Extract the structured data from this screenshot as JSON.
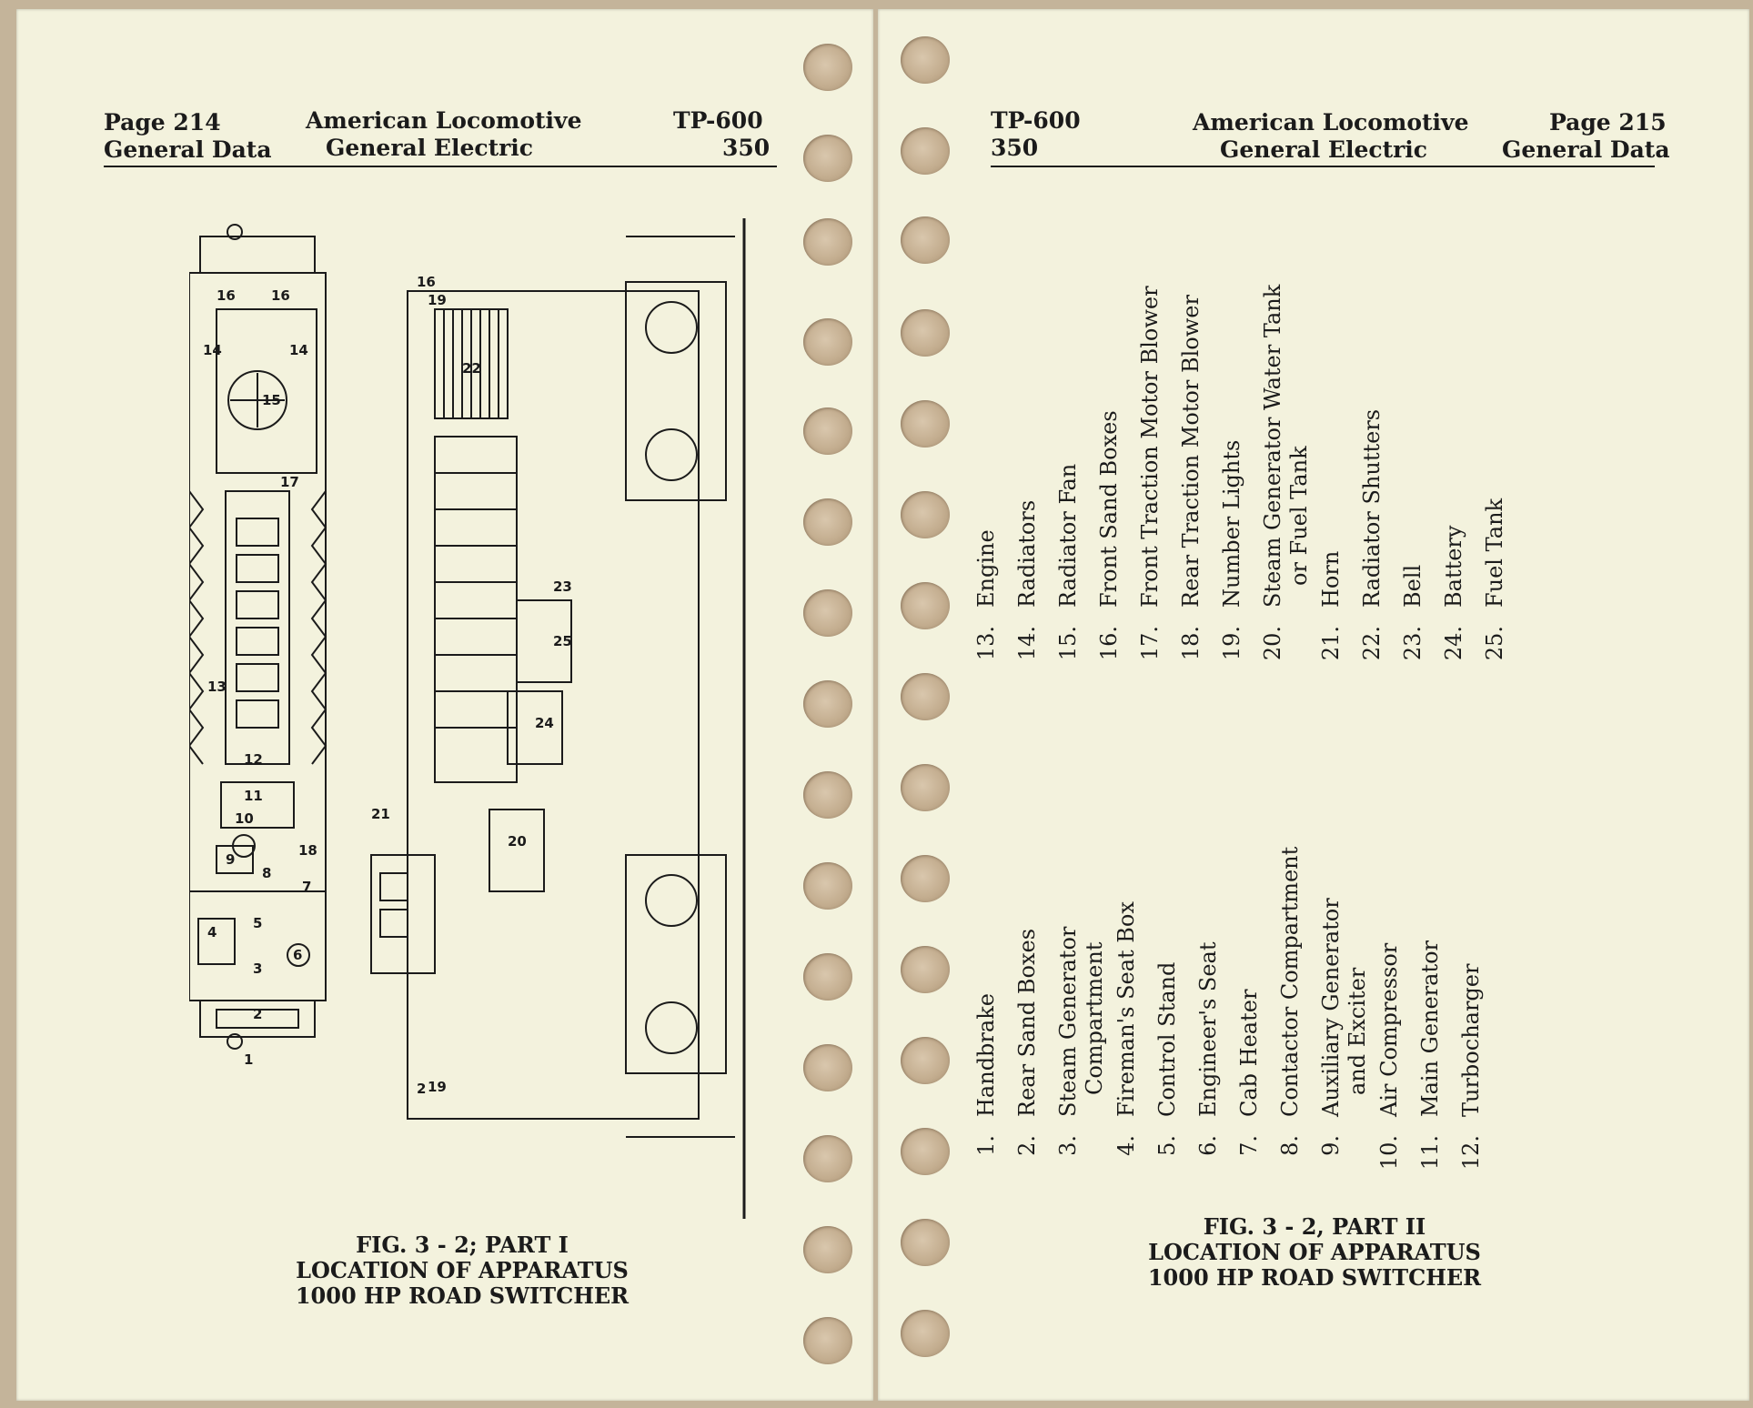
{
  "left_page": {
    "header": {
      "page_number": "Page 214",
      "section": "General Data",
      "company_line1": "American Locomotive",
      "company_line2": "General Electric",
      "doc_code": "TP-600",
      "doc_sub": "350"
    },
    "caption": {
      "line1": "FIG. 3 - 2;    PART I",
      "line2": "LOCATION OF APPARATUS",
      "line3": "1000 HP ROAD SWITCHER"
    },
    "diagram_labels": {
      "n1": "1",
      "n2": "2",
      "n3": "3",
      "n4": "4",
      "n5": "5",
      "n6": "6",
      "n7": "7",
      "n8": "8",
      "n9": "9",
      "n10": "10",
      "n11": "11",
      "n12": "12",
      "n13": "13",
      "n14": "14",
      "n15": "15",
      "n16": "16",
      "n17": "17",
      "n18": "18",
      "n19": "19",
      "n20": "20",
      "n21": "21",
      "n22": "22",
      "n23": "23",
      "n24": "24",
      "n25": "25"
    }
  },
  "right_page": {
    "header": {
      "doc_code": "TP-600",
      "doc_sub": "350",
      "company_line1": "American Locomotive",
      "company_line2": "General Electric",
      "page_number": "Page 215",
      "section": "General Data"
    },
    "caption": {
      "line1": "FIG. 3 - 2,    PART II",
      "line2": "LOCATION OF APPARATUS",
      "line3": "1000 HP ROAD SWITCHER"
    },
    "legend_part1": [
      {
        "num": "1.",
        "label": "Handbrake",
        "label2": ""
      },
      {
        "num": "2.",
        "label": "Rear Sand Boxes",
        "label2": ""
      },
      {
        "num": "3.",
        "label": "Steam Generator",
        "label2": "Compartment"
      },
      {
        "num": "4.",
        "label": "Fireman's Seat Box",
        "label2": ""
      },
      {
        "num": "5.",
        "label": "Control Stand",
        "label2": ""
      },
      {
        "num": "6.",
        "label": "Engineer's Seat",
        "label2": ""
      },
      {
        "num": "7.",
        "label": "Cab Heater",
        "label2": ""
      },
      {
        "num": "8.",
        "label": "Contactor Compartment",
        "label2": ""
      },
      {
        "num": "9.",
        "label": "Auxiliary Generator",
        "label2": "and Exciter"
      },
      {
        "num": "10.",
        "label": "Air Compressor",
        "label2": ""
      },
      {
        "num": "11.",
        "label": "Main Generator",
        "label2": ""
      },
      {
        "num": "12.",
        "label": "Turbocharger",
        "label2": ""
      }
    ],
    "legend_part2": [
      {
        "num": "13.",
        "label": "Engine",
        "label2": ""
      },
      {
        "num": "14.",
        "label": "Radiators",
        "label2": ""
      },
      {
        "num": "15.",
        "label": "Radiator Fan",
        "label2": ""
      },
      {
        "num": "16.",
        "label": "Front Sand Boxes",
        "label2": ""
      },
      {
        "num": "17.",
        "label": "Front Traction Motor Blower",
        "label2": ""
      },
      {
        "num": "18.",
        "label": "Rear Traction Motor Blower",
        "label2": ""
      },
      {
        "num": "19.",
        "label": "Number Lights",
        "label2": ""
      },
      {
        "num": "20.",
        "label": "Steam Generator Water Tank",
        "label2": "or Fuel Tank"
      },
      {
        "num": "21.",
        "label": "Horn",
        "label2": ""
      },
      {
        "num": "22.",
        "label": "Radiator Shutters",
        "label2": ""
      },
      {
        "num": "23.",
        "label": "Bell",
        "label2": ""
      },
      {
        "num": "24.",
        "label": "Battery",
        "label2": ""
      },
      {
        "num": "25.",
        "label": "Fuel Tank",
        "label2": ""
      }
    ]
  }
}
